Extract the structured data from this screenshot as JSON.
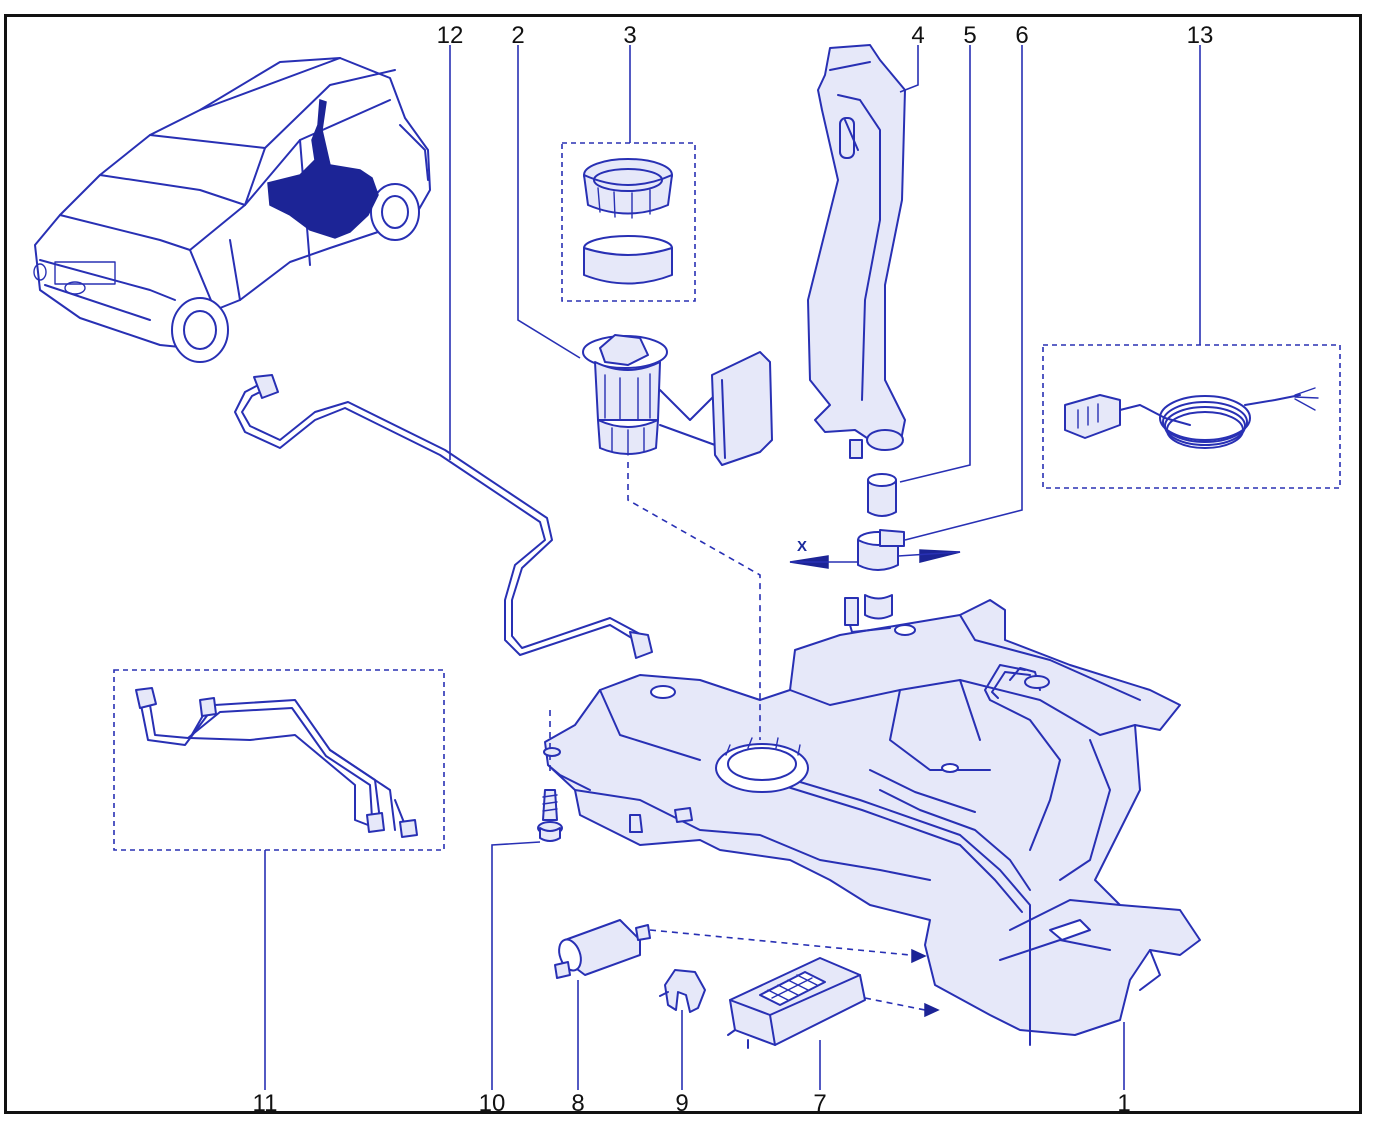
{
  "callouts": {
    "c1": "1",
    "c2": "2",
    "c3": "3",
    "c4": "4",
    "c5": "5",
    "c6": "6",
    "c7": "7",
    "c8": "8",
    "c9": "9",
    "c10": "10",
    "c11": "11",
    "c12": "12",
    "c13": "13"
  },
  "dimension_label": "X",
  "colors": {
    "line": "#2830b4",
    "fill": "#e6e8f9",
    "highlight": "#1c2496",
    "frame": "#111111",
    "text": "#111111"
  }
}
